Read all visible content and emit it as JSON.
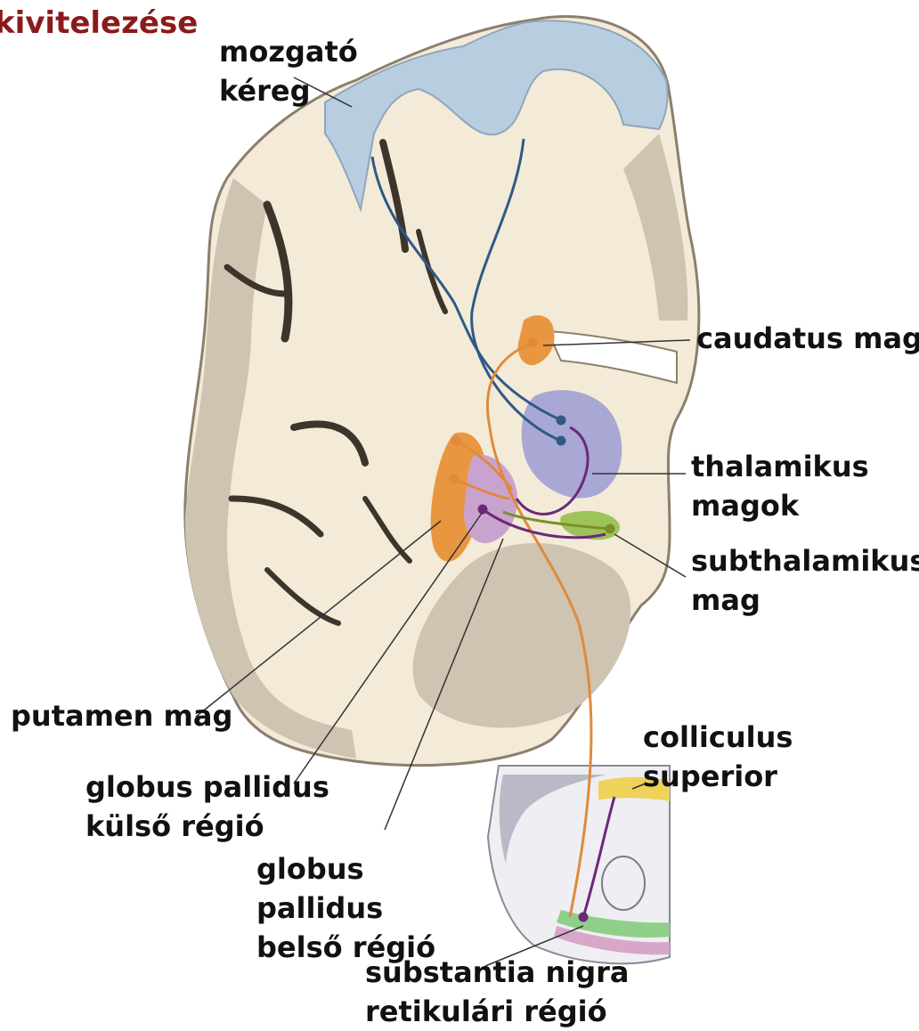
{
  "title": "kivitelezése",
  "labels": {
    "motor_cortex": [
      "mozgató",
      "kéreg"
    ],
    "caudate": [
      "caudatus mag"
    ],
    "thalamic": [
      "thalamikus",
      "magok"
    ],
    "subthalamic": [
      "subthalamikus",
      "mag"
    ],
    "putamen": [
      "putamen mag"
    ],
    "gp_external": [
      "globus pallidus",
      "külső régió"
    ],
    "gp_internal": [
      "globus",
      "pallidus",
      "belső régió"
    ],
    "colliculus": [
      "colliculus",
      "superior"
    ],
    "substantia_nigra": [
      "substantia nigra",
      "retikulári régió"
    ]
  },
  "colors": {
    "title": "#8b1a1a",
    "brain_tissue": "#f3ead8",
    "grey_matter": "#cfc3b2",
    "motor_cortex": "#b8cde0",
    "caudate_putamen": "#e99641",
    "globus_pallidus": "#c9a3cf",
    "thalamus": "#a9a8d4",
    "subthalamic": "#9ec35a",
    "colliculus": "#eed25a",
    "substantia_nigra_green": "#8fcf8a",
    "substantia_nigra_pink": "#d7a6c8",
    "path_cortex": "#2f5a86",
    "path_striatum": "#e08a3a",
    "path_pallidum": "#6a2a78",
    "path_subthalamic": "#7a8f2a"
  }
}
